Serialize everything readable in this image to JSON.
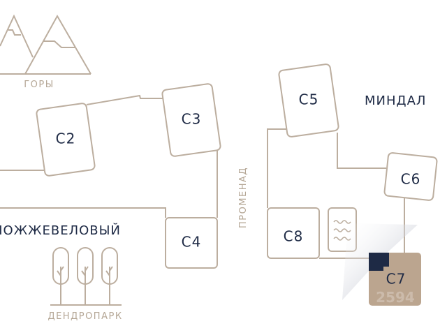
{
  "landmarks": {
    "mountains": "ГОРЫ",
    "dendropark": "ДЕНДРОПАРК",
    "promenade": "ПРОМЕНАД"
  },
  "zones": {
    "juniper": "МОЖЖЕВЕЛОВЫЙ",
    "almond": "МИНДАЛ"
  },
  "buildings": [
    "C2",
    "C3",
    "C4",
    "C5",
    "C6",
    "C7",
    "C8"
  ],
  "selected_building": "C7",
  "watermark": "2594",
  "colors": {
    "line": "#bcae9f",
    "text": "#1e2a45",
    "selected": "#bba58f",
    "marker": "#1e2a45"
  }
}
